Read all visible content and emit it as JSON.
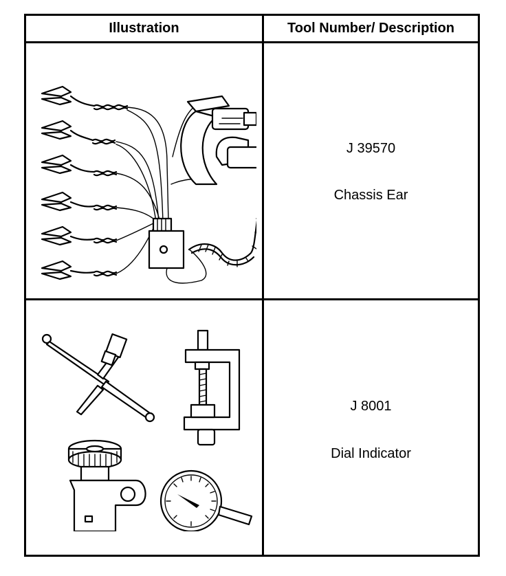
{
  "table": {
    "headers": {
      "illustration": "Illustration",
      "tool": "Tool Number/ Description"
    },
    "rows": [
      {
        "tool_number": "J 39570",
        "description": "Chassis Ear",
        "illustration_icon": "chassis-ear-kit-icon"
      },
      {
        "tool_number": "J 8001",
        "description": "Dial Indicator",
        "illustration_icon": "dial-indicator-set-icon"
      }
    ]
  }
}
